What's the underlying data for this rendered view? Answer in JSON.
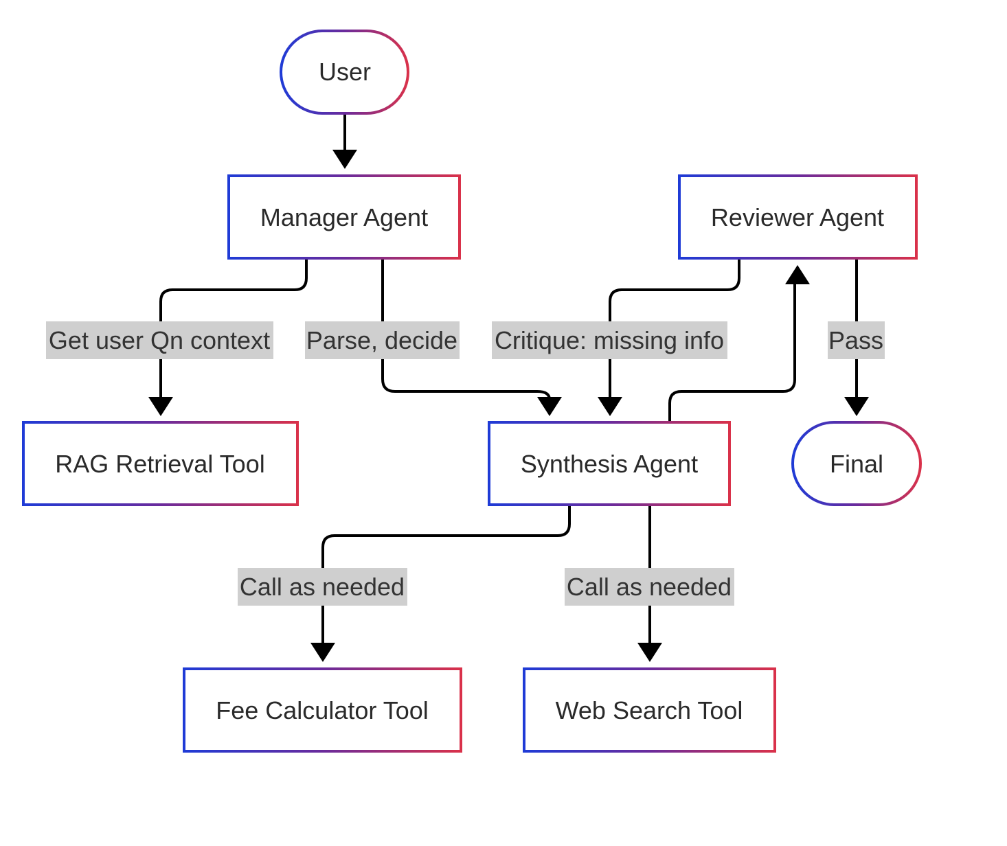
{
  "colors": {
    "gradient_start": "#1f3bd6",
    "gradient_mid": "#6a2b9c",
    "gradient_end": "#d9314a",
    "edge": "#000000",
    "edge_label_bg": "#cfcfcf"
  },
  "nodes": {
    "user": "User",
    "manager": "Manager Agent",
    "reviewer": "Reviewer Agent",
    "rag": "RAG Retrieval Tool",
    "synthesis": "Synthesis Agent",
    "final": "Final",
    "fee": "Fee Calculator Tool",
    "web": "Web Search Tool"
  },
  "edges": {
    "manager_to_rag": "Get user Qn context",
    "manager_to_synthesis": "Parse, decide",
    "reviewer_to_synthesis": "Critique: missing info",
    "reviewer_to_final": "Pass",
    "synthesis_to_fee": "Call as needed",
    "synthesis_to_web": "Call as needed"
  }
}
